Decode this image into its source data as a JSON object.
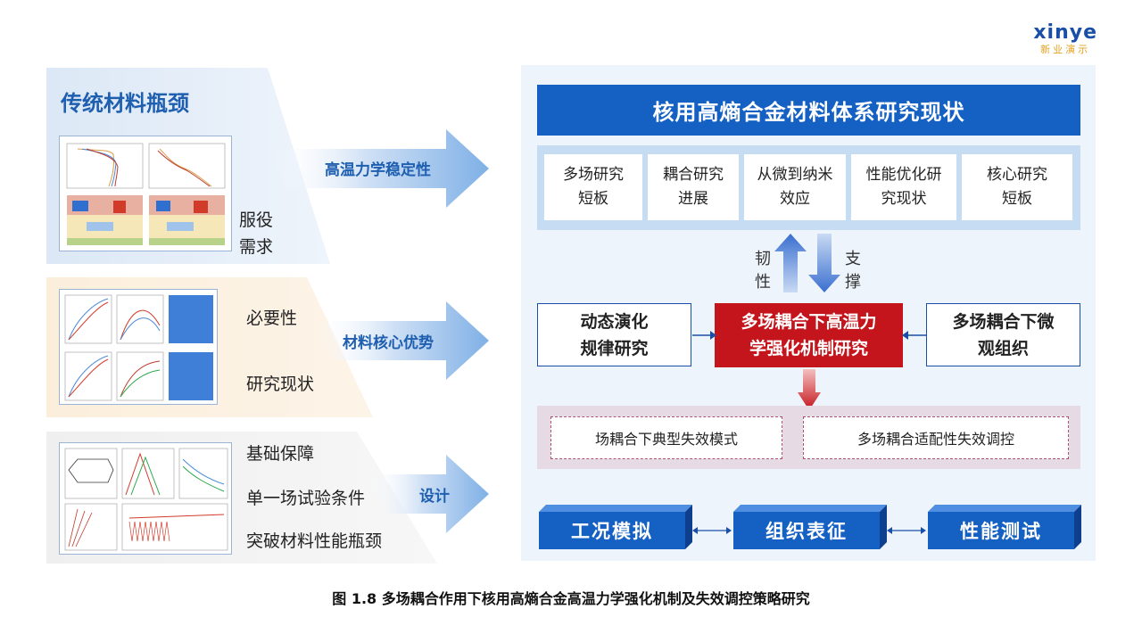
{
  "logo": {
    "mark": "xinye",
    "sub": "新业演示"
  },
  "left": {
    "heading": "传统材料瓶颈",
    "panel1_label": "服役\n需求",
    "panel2_labels": [
      "必要性",
      "研究现状"
    ],
    "panel3_labels": [
      "基础保障",
      "单一场试验条件",
      "突破材料性能瓶颈"
    ]
  },
  "bands": [
    "高温力学稳定性",
    "材料核心优势",
    "设计"
  ],
  "right": {
    "title": "核用高熵合金材料体系研究现状",
    "cards": [
      "多场研究\n短板",
      "耦合研究\n进展",
      "从微到纳米\n效应",
      "性能优化研\n究现状",
      "核心研究\n短板"
    ],
    "up_label": "韧\n性",
    "down_label": "支\n撑",
    "left_box": "动态演化\n规律研究",
    "center_box": "多场耦合下高温力\n学强化机制研究",
    "right_box": "多场耦合下微\n观组织",
    "fail_cards": [
      "场耦合下典型失效模式",
      "多场耦合适配性失效调控"
    ],
    "bottom_boxes": [
      "工况模拟",
      "组织表征",
      "性能测试"
    ]
  },
  "caption": "图 1.8 多场耦合作用下核用高熵合金高温力学强化机制及失效调控策略研究",
  "colors": {
    "primary": "#1460c3",
    "accent_red": "#c4151c",
    "light_blue": "#c5dcf3",
    "light_pink": "#e6dae4"
  }
}
